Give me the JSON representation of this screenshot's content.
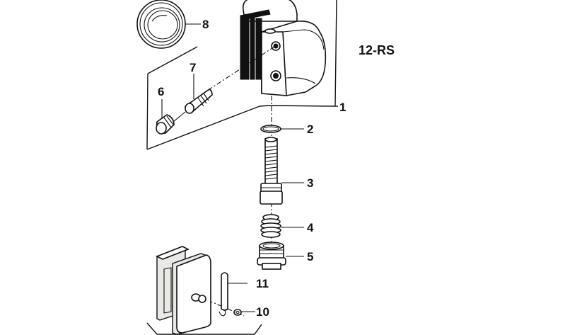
{
  "diagram": {
    "title": "12-RS",
    "colors": {
      "line": "#111111",
      "background": "#ffffff"
    },
    "callouts": [
      {
        "id": "1",
        "label": "1",
        "part": "caliper-housing"
      },
      {
        "id": "2",
        "label": "2",
        "part": "o-ring"
      },
      {
        "id": "3",
        "label": "3",
        "part": "threaded-piston-bolt"
      },
      {
        "id": "4",
        "label": "4",
        "part": "spring"
      },
      {
        "id": "5",
        "label": "5",
        "part": "threaded-plug"
      },
      {
        "id": "6",
        "label": "6",
        "part": "dust-cap"
      },
      {
        "id": "7",
        "label": "7",
        "part": "bleeder-valve"
      },
      {
        "id": "8",
        "label": "8",
        "part": "seal-cap"
      },
      {
        "id": "10",
        "label": "10",
        "part": "small-ring"
      },
      {
        "id": "11",
        "label": "11",
        "part": "retaining-pin"
      }
    ]
  }
}
